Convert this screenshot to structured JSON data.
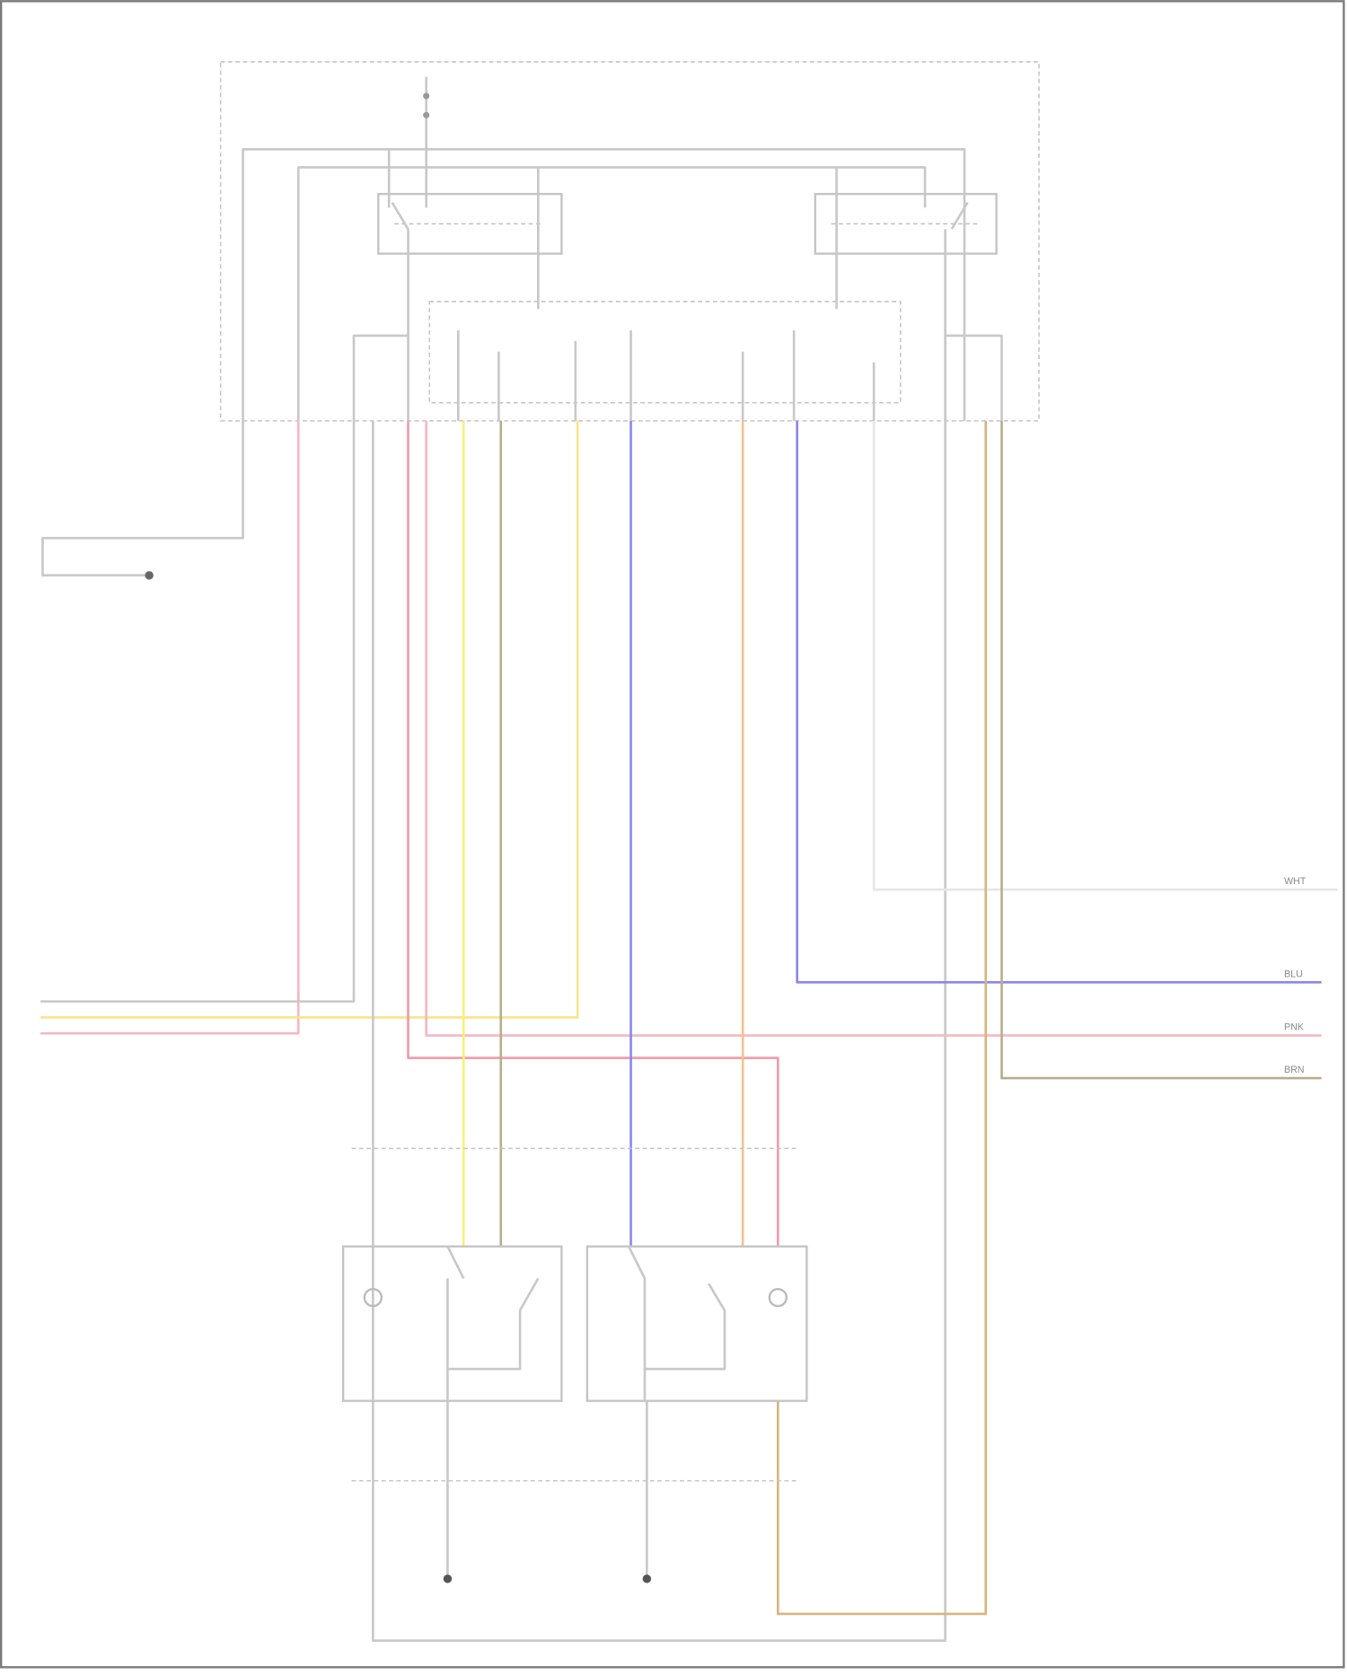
{
  "colors": {
    "gray": "#c8c8c8",
    "pink": "#f7b6c2",
    "red": "#f09aa8",
    "yellow": "#f8ef7a",
    "light_yellow": "#f8e48a",
    "olive": "#b8ad8a",
    "blue": "#8a86ee",
    "orange": "#f5c28c",
    "tan": "#d9b47a",
    "white_wire": "#e6e6e6",
    "border": "#7a7a7a"
  },
  "wire_labels_right": [
    "WHT",
    "BLU",
    "PNK",
    "BRN"
  ],
  "icons": [
    "relay-switch-icon",
    "motor-actuator-icon",
    "ground-icon",
    "splice-icon"
  ]
}
